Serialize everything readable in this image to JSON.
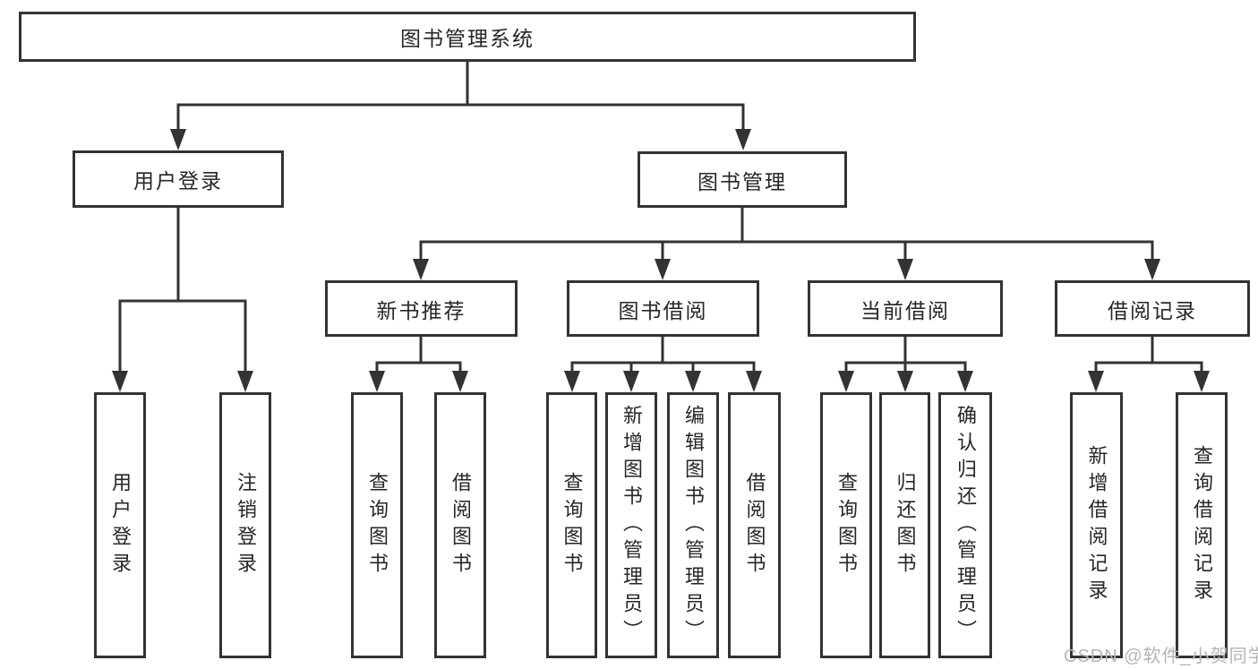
{
  "diagram": {
    "root": "图书管理系统",
    "level1": {
      "user_login": "用户登录",
      "book_management": "图书管理"
    },
    "level2": {
      "new_book_recommend": "新书推荐",
      "book_borrow": "图书借阅",
      "current_borrow": "当前借阅",
      "borrow_record": "借阅记录"
    },
    "leaves": {
      "user_login_group": {
        "login": "用户登录",
        "logout": "注销登录"
      },
      "new_book_group": {
        "query": "查询图书",
        "borrow": "借阅图书"
      },
      "book_borrow_group": {
        "query": "查询图书",
        "add": "新增图书（管理员）",
        "edit": "编辑图书（管理员）",
        "borrow": "借阅图书"
      },
      "current_borrow_group": {
        "query": "查询图书",
        "return": "归还图书",
        "confirm": "确认归还（管理员）"
      },
      "borrow_record_group": {
        "add": "新增借阅记录",
        "query": "查询借阅记录"
      }
    }
  },
  "watermark": "CSDN @软件_小贺同学",
  "colors": {
    "line": "#333333",
    "box_border": "#333333",
    "text": "#262626",
    "watermark": "#b5b5b5",
    "background": "#ffffff"
  }
}
